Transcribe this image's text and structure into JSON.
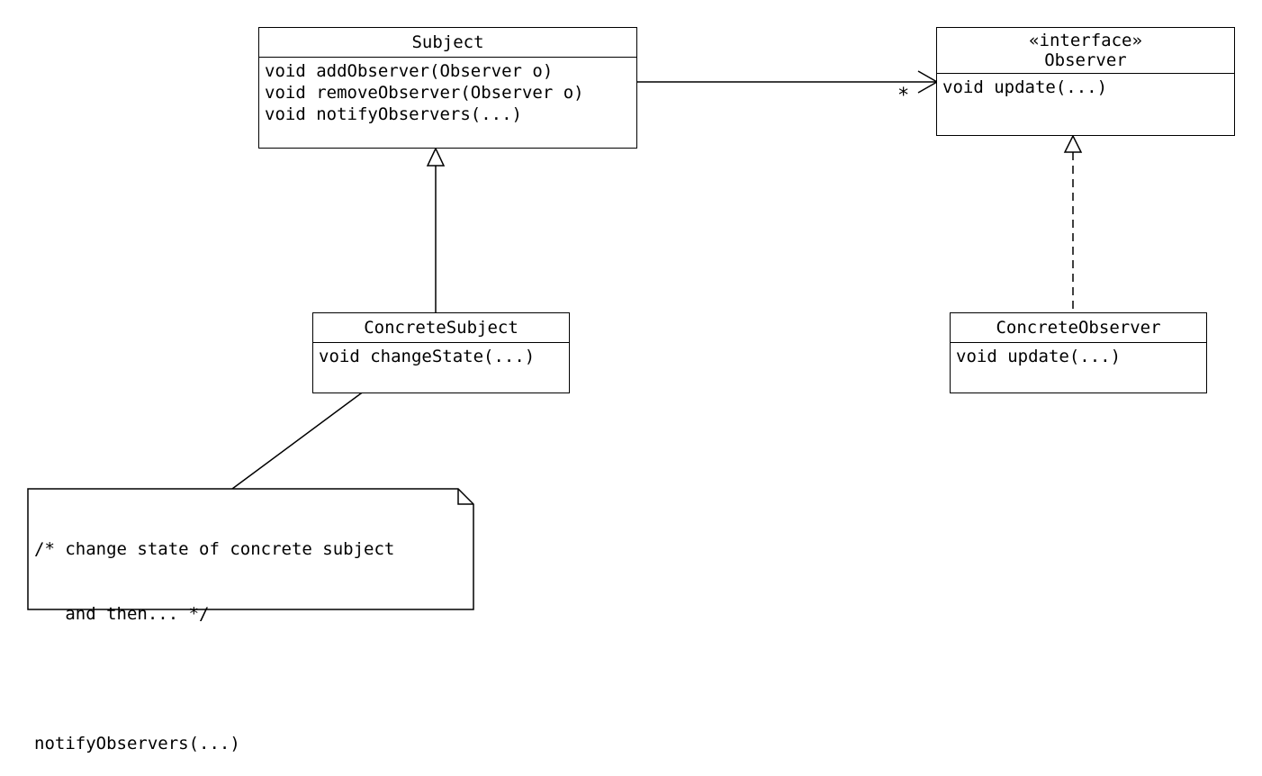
{
  "subject": {
    "name": "Subject",
    "operations": [
      "void addObserver(Observer o)",
      "void removeObserver(Observer o)",
      "void notifyObservers(...)"
    ]
  },
  "observer": {
    "stereotype": "«interface»",
    "name": "Observer",
    "operations": [
      "void update(...)"
    ]
  },
  "concrete_subject": {
    "name": "ConcreteSubject",
    "operations": [
      "void changeState(...)"
    ]
  },
  "concrete_observer": {
    "name": "ConcreteObserver",
    "operations": [
      "void update(...)"
    ]
  },
  "association": {
    "multiplicity": "*"
  },
  "note": {
    "lines": [
      "/* change state of concrete subject",
      "   and then... */",
      "",
      "notifyObservers(...)"
    ]
  }
}
